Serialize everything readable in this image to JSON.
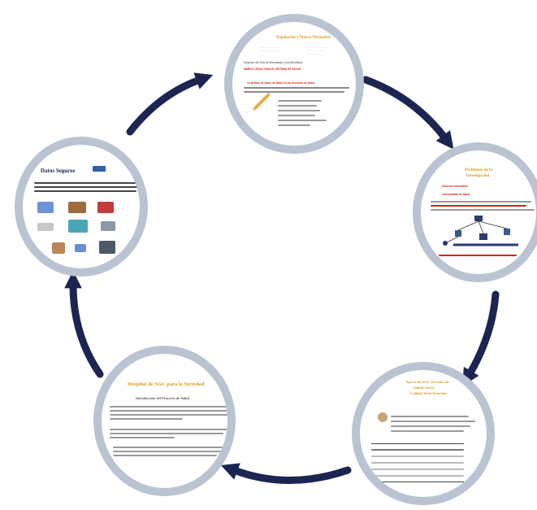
{
  "diagram": {
    "node_ring_color": "#b9c3d1",
    "arrow_color": "#1c2551",
    "title_orange": "#d99a23",
    "title_navy": "#1c2551",
    "highlight_red": "#d62020"
  },
  "nodes": {
    "top": {
      "title": "Regulación y Marco Normativo",
      "line1": "Situación del Ciclo de Información y sus Beneficios",
      "line2": "MARCO LEGAL PARA EL SISTEMA DE SALUD",
      "line3": "La gestión de datos de Salud en los Servicios de Salud"
    },
    "right": {
      "title_line1": "Problemas de la",
      "title_line2": "Investigación",
      "line1": "Solución Informática",
      "line2": "Conectividad de Salud"
    },
    "bottom_right": {
      "title_line1": "Aporte de SGC (Gestión de",
      "title_line2": "Salud) con la",
      "title_line3": "Calidad de la Atención"
    },
    "bottom_left": {
      "title": "Hospital de SGC para la Sociedad",
      "subtitle": "Introducción del Proyecto de Salud"
    },
    "left": {
      "title": "Datos Seguros"
    }
  }
}
